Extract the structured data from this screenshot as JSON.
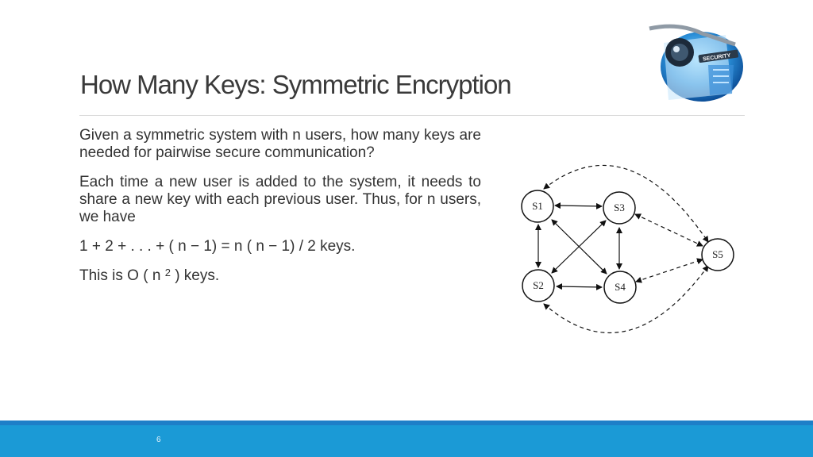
{
  "slide": {
    "title": "How Many Keys: Symmetric Encryption",
    "paragraphs": [
      "Given a symmetric system with n users, how many keys are needed for pairwise secure communication?",
      "Each time a new user is added to the system, it needs to share a new key with each previous user. Thus, for n users, we have"
    ],
    "formula": "1 + 2 + . . . + ( n − 1) = n ( n − 1) / 2 keys.",
    "complexity": {
      "prefix": "This is O ( n ",
      "exponent": "2",
      "suffix": " ) keys."
    },
    "page_number": "6",
    "logo_text": "SECURITY"
  },
  "diagram": {
    "nodes": [
      "S1",
      "S2",
      "S3",
      "S4",
      "S5"
    ]
  },
  "colors": {
    "footer": "#1b9ad6",
    "footer_line": "#1e7fc8",
    "title": "#3a3a3a",
    "text": "#333333"
  }
}
